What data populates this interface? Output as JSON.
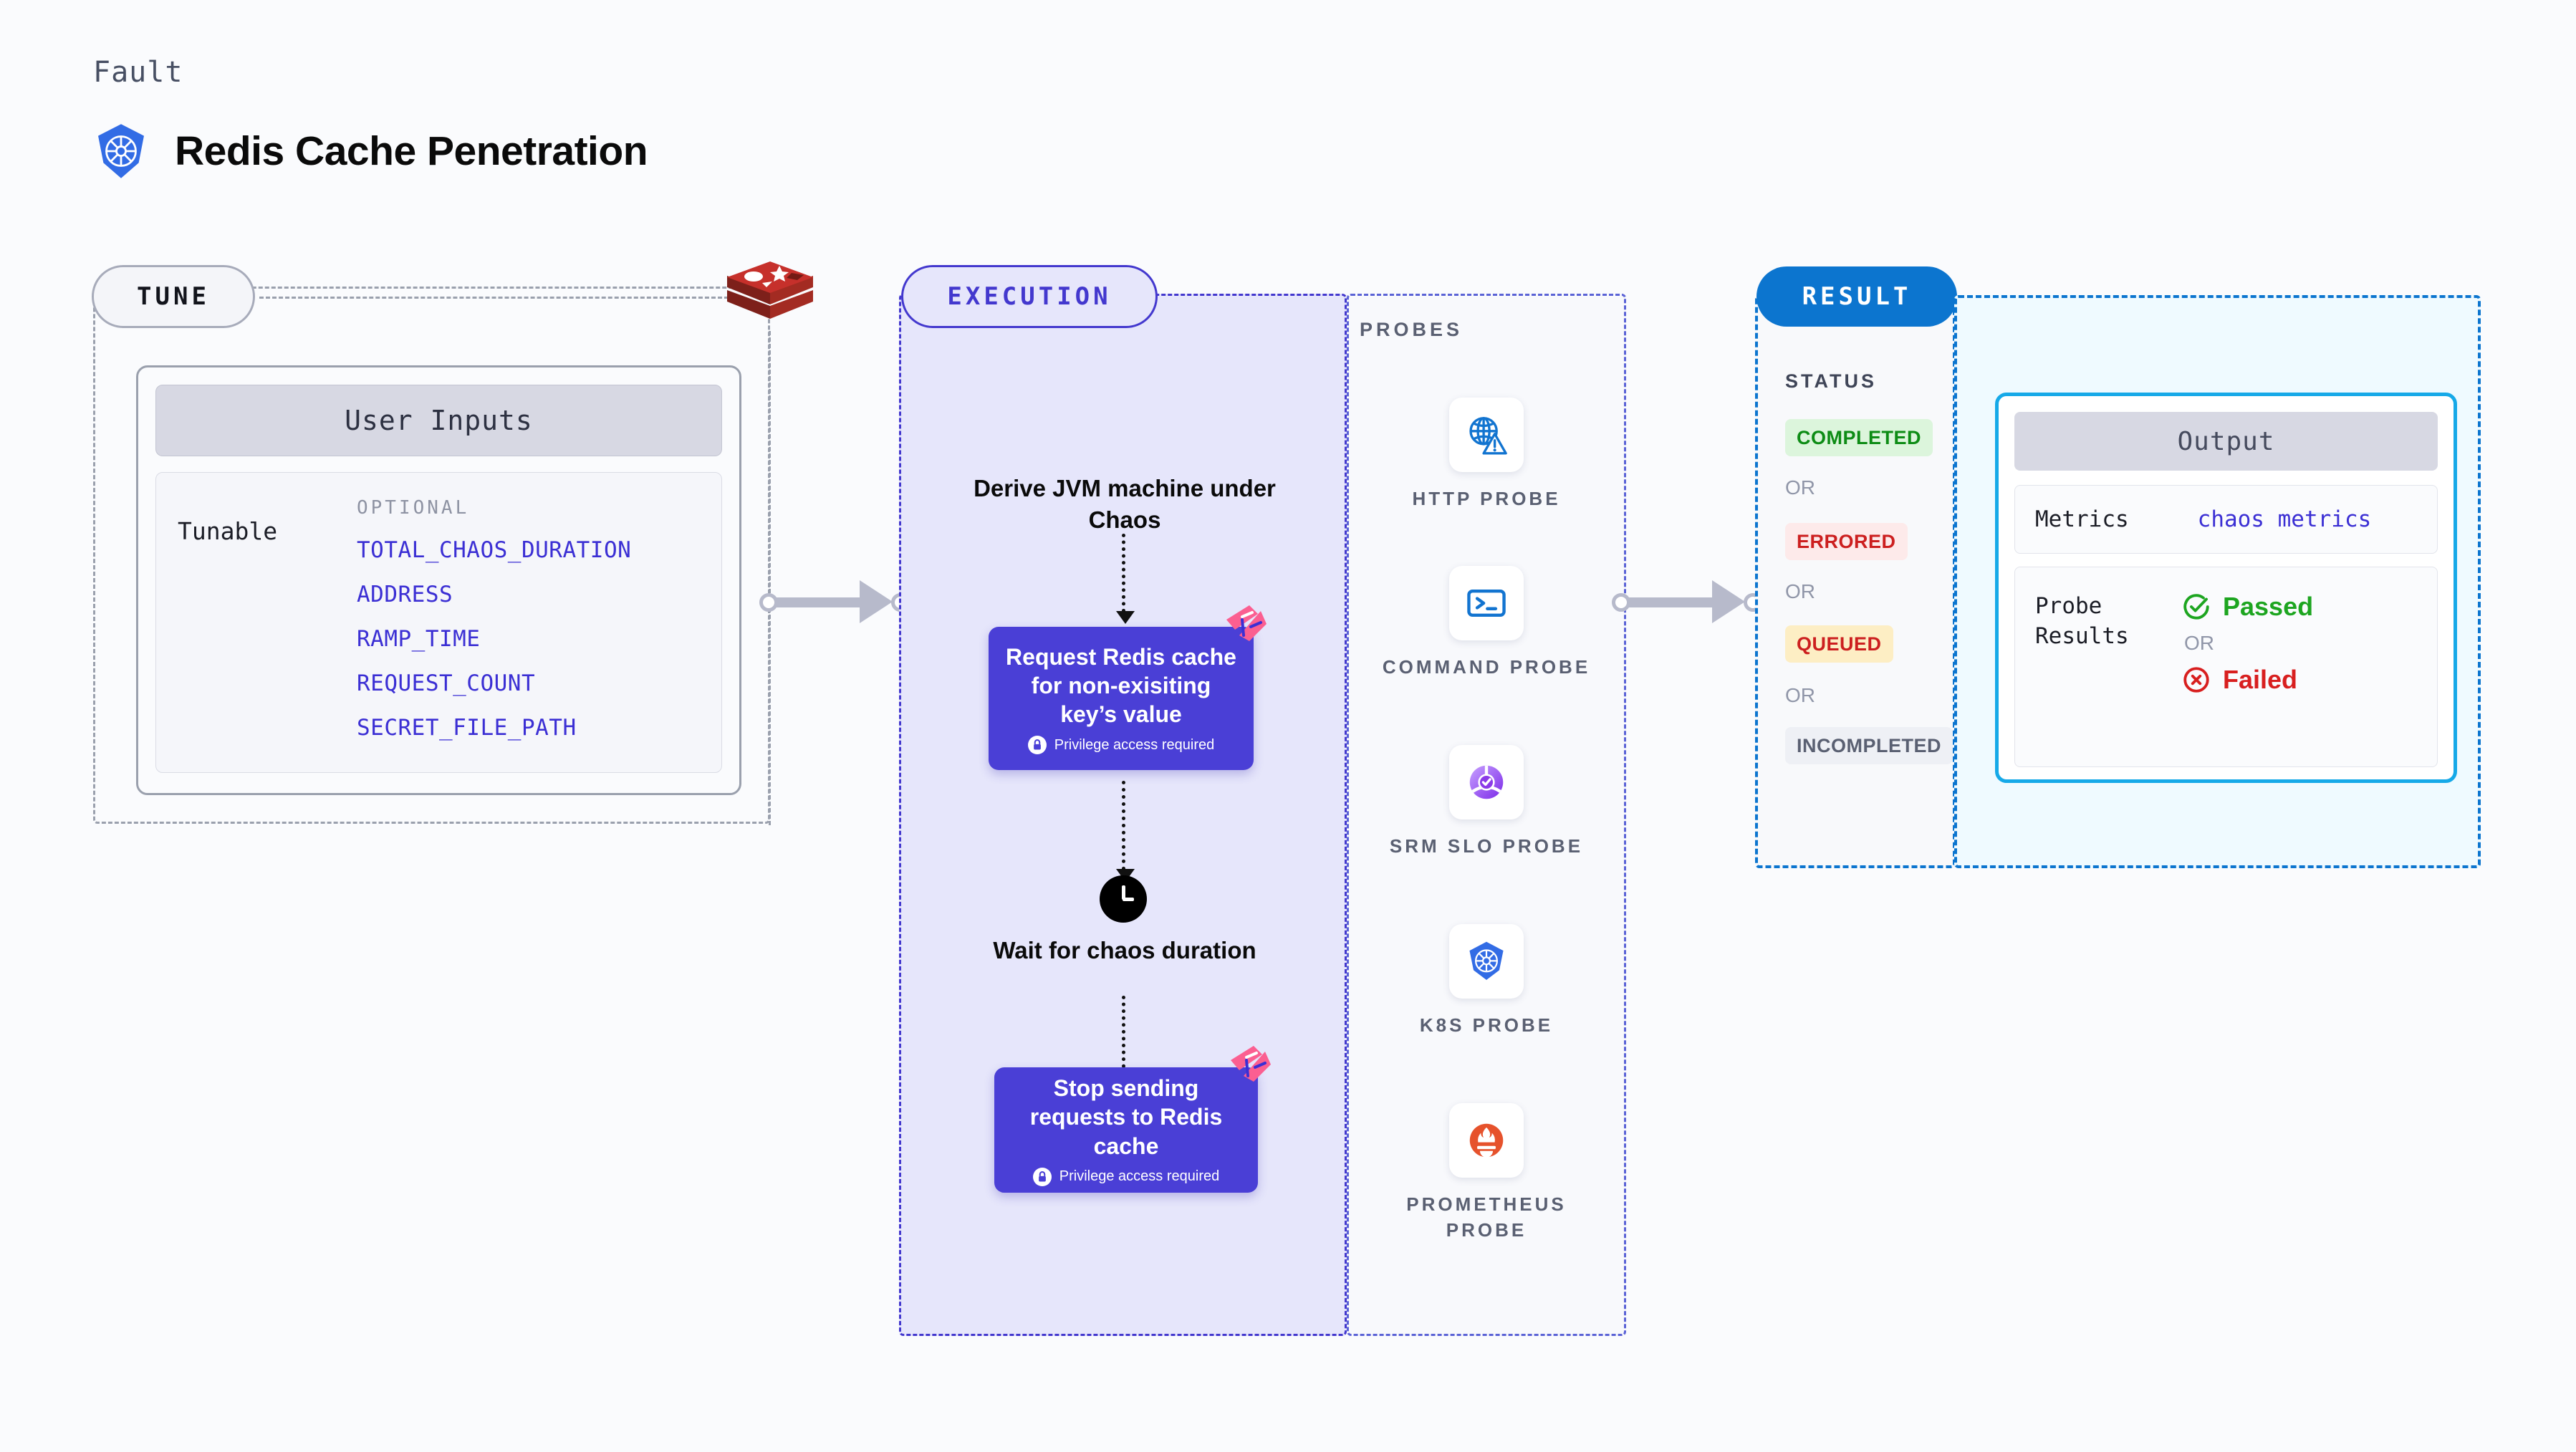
{
  "header": {
    "kicker": "Fault",
    "title": "Redis Cache Penetration",
    "logo_icon": "kubernetes-icon"
  },
  "tune": {
    "badge": "TUNE",
    "source_logo_icon": "redis-logo-icon",
    "user_inputs_card": {
      "header": "User Inputs",
      "row_label": "Tunable",
      "group_title": "OPTIONAL",
      "items": [
        "TOTAL_CHAOS_DURATION",
        "ADDRESS",
        "RAMP_TIME",
        "REQUEST_COUNT",
        "SECRET_FILE_PATH"
      ]
    }
  },
  "execution": {
    "badge": "EXECUTION",
    "step_label": "Derive JVM machine under Chaos",
    "box1": {
      "text": "Request Redis cache for non-exisiting key’s value",
      "privilege_note": "Privilege access required",
      "lock_icon": "lock-icon",
      "corner_icon": "litmus-badge-icon"
    },
    "wait": {
      "icon": "clock-icon",
      "label": "Wait for chaos duration"
    },
    "box2": {
      "text": "Stop sending requests to Redis cache",
      "privilege_note": "Privilege access required",
      "lock_icon": "lock-icon",
      "corner_icon": "litmus-badge-icon"
    }
  },
  "probes": {
    "title": "PROBES",
    "items": [
      {
        "label": "HTTP PROBE",
        "icon": "globe-warning-icon"
      },
      {
        "label": "COMMAND PROBE",
        "icon": "terminal-icon"
      },
      {
        "label": "SRM SLO PROBE",
        "icon": "srm-slo-icon"
      },
      {
        "label": "K8S PROBE",
        "icon": "kubernetes-icon"
      },
      {
        "label": "PROMETHEUS PROBE",
        "icon": "prometheus-icon"
      }
    ]
  },
  "result": {
    "badge": "RESULT",
    "status_title": "STATUS",
    "or_text": "OR",
    "statuses": [
      {
        "label": "COMPLETED",
        "color": "#0d8c15",
        "bg": "#dcf5dc"
      },
      {
        "label": "ERRORED",
        "color": "#cc1f1f",
        "bg": "#fdeaea"
      },
      {
        "label": "QUEUED",
        "color": "#cc1f1f",
        "bg": "#fdeec4"
      },
      {
        "label": "INCOMPLETED",
        "color": "#5a6072",
        "bg": "#eef0f5"
      }
    ]
  },
  "output": {
    "header": "Output",
    "metrics_label": "Metrics",
    "metrics_value": "chaos metrics",
    "probe_results_label": "Probe Results",
    "passed_label": "Passed",
    "failed_label": "Failed",
    "or_text": "OR",
    "passed_icon": "check-circle-icon",
    "failed_icon": "x-circle-icon"
  },
  "colors": {
    "accent_purple": "#4a3fd6",
    "accent_blue": "#0c75cf",
    "cyan": "#16a9e8",
    "pink": "#fb5f91",
    "background": "#fafbfd"
  }
}
